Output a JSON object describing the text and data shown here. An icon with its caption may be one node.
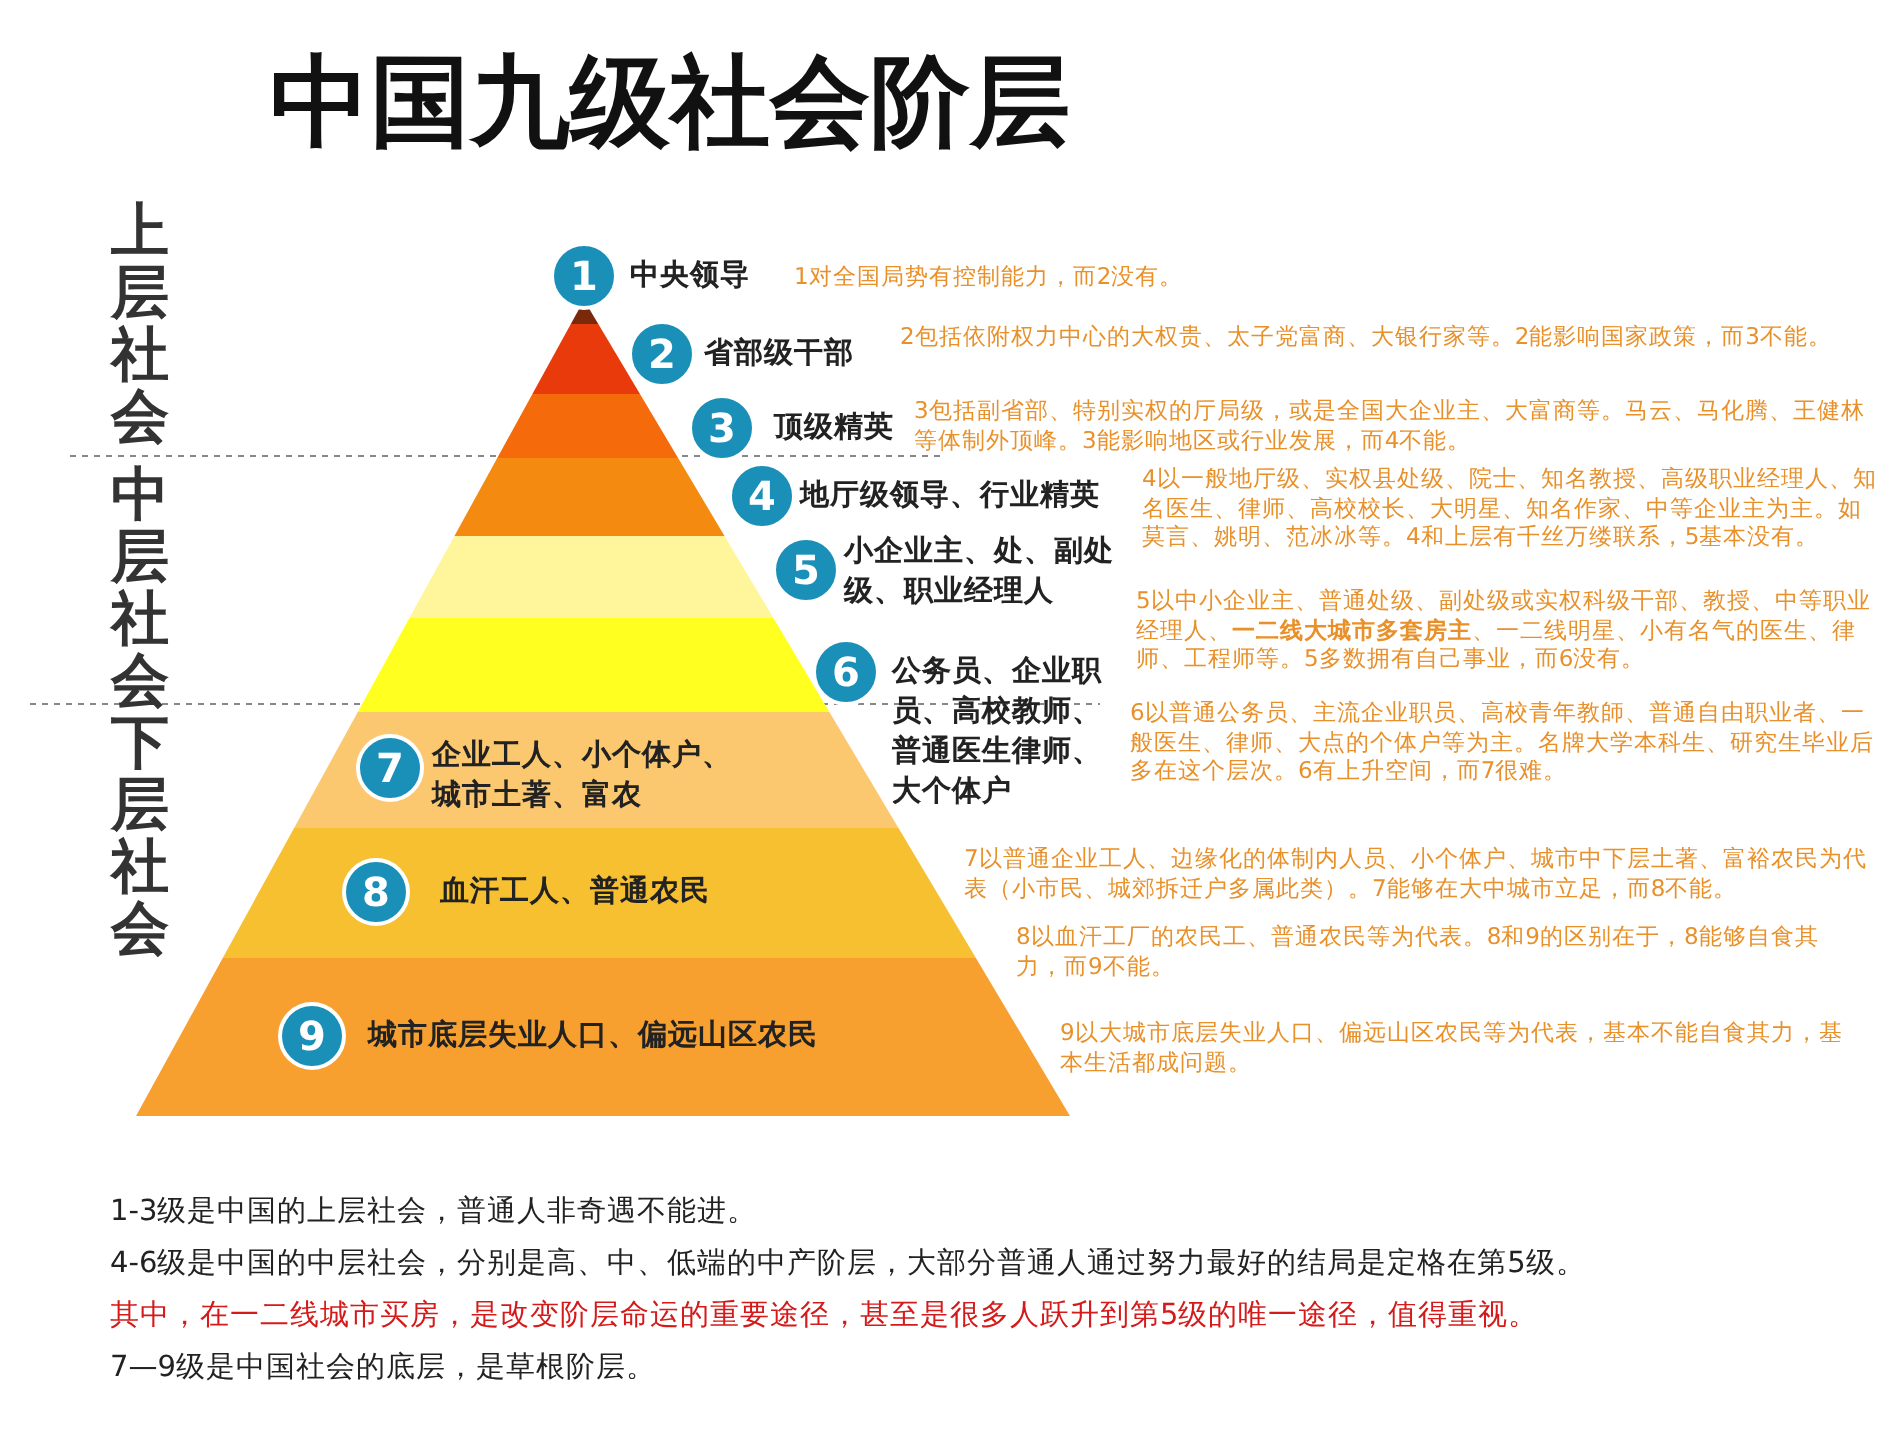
{
  "diagram": {
    "title": "中国九级社会阶层",
    "nodes": [
      {
        "text": [
          "1"
        ],
        "beside": [
          "中央领导",
          "1对全国局势有控制能力，而2没有。"
        ]
      },
      {
        "text": [
          "2"
        ],
        "beside": [
          "省部级干部",
          "2包括依附权力中心的大权贵、太子党富商、大银行家等。2能影响国家政策，而3不能。"
        ]
      },
      {
        "text": [
          "3"
        ],
        "beside": [
          "顶级精英",
          "3包括副省部、特别实权的厅局级，或是全国大企业主、大富商等。马云、马化腾、王健林等体制外顶峰。3能影响地区或行业发展，而4不能。"
        ]
      },
      {
        "text": [
          "4"
        ],
        "beside": [
          "地厅级领导、行业精英",
          "4以一般地厅级、实权县处级、院士、知名教授、高级职业经理人、知名医生、律师、高校校长、大明星、知名作家、中等企业主为主。如莫言、姚明、范冰冰等。4和上层有千丝万缕联系，5基本没有。"
        ]
      },
      {
        "text": [
          "5"
        ],
        "beside": [
          "小企业主、处、副处级、职业经理人",
          "5以中小企业主、普通处级、副处级或实权科级干部、教授、中等职业经理人、**一二线大城市多套房主**、一二线明星、小有名气的医生、律师、工程师等。5多数拥有自己事业，而6没有。"
        ]
      },
      {
        "text": [
          "6"
        ],
        "beside": [
          "公务员、企业职员、高校教师、普通医生律师、大个体户",
          "6以普通公务员、主流企业职员、高校青年教師、普通自由职业者、一般医生、律师、大点的个体户等为主。名牌大学本科生、研究生毕业后多在这个层次。6有上升空间，而7很难。"
        ]
      },
      {
        "text": [
          "7"
        ],
        "beside": [
          "企业工人、小个体户、城市土著、富农"
        ]
      },
      {
        "text": [
          "8"
        ],
        "beside": [
          "血汗工人、普通农民"
        ]
      },
      {
        "text": [
          "9"
        ],
        "beside": [
          "城市底层失业人口、偏远山区农民"
        ]
      }
    ],
    "labels": [
      "上层社会",
      "中层社会",
      "下层社会",
      "7以普通企业工人、边缘化的体制内人员、小个体户、城市中下层土著、富裕农民为代表（小市民、城郊拆迁户多属此类）。7能够在大中城市立足，而8不能。",
      "8以血汗工厂的农民工、普通农民等为代表。8和9的区别在于，8能够自食其力，而9不能。",
      "9以大城市底层失业人口、偏远山区农民等为代表，基本不能自食其力，基本生活都成问题。",
      "1-3级是中国的上层社会，普通人非奇遇不能进。",
      "4-6级是中国的中层社会，分别是高、中、低端的中产阶层，大部分普通人通过努力最好的结局是定格在第5级。",
      "其中，在一二线城市买房，是改变阶层命运的重要途径，甚至是很多人跃升到第5级的唯一途径，值得重视。",
      "7—9级是中国社会的底层，是草根阶层。"
    ]
  }
}
